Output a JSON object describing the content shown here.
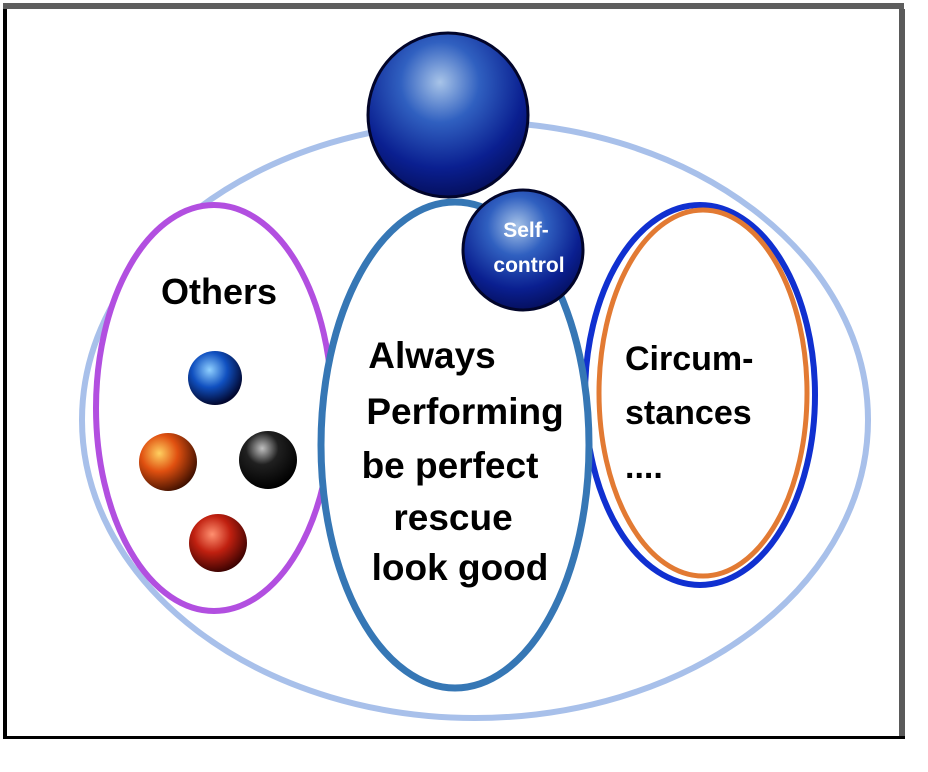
{
  "labels": {
    "others": "Others",
    "self_control_line1": "Self-",
    "self_control_line2": "control",
    "center_lines": [
      "Always",
      "Performing",
      "be perfect",
      "rescue",
      "look good"
    ],
    "circumstances_lines": [
      "Circum-",
      "stances",
      "...."
    ]
  },
  "colors": {
    "outer_ellipse": "#a8c0ea",
    "others_ellipse": "#b24fe0",
    "center_ellipse": "#3677b5",
    "circ_outer": "#1030d0",
    "circ_inner": "#e27a33"
  }
}
